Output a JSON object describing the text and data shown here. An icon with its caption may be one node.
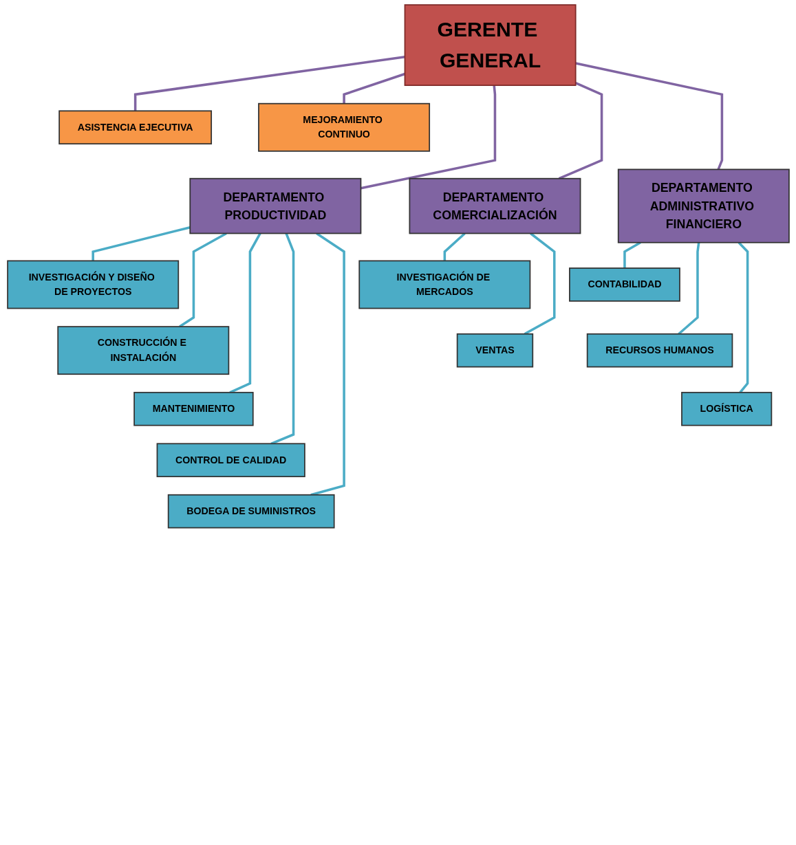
{
  "diagram": {
    "nodes": [
      {
        "text": [
          "GERENTE GENERAL"
        ]
      },
      {
        "text": [
          "ASISTENCIA EJECUTIVA"
        ]
      },
      {
        "text": [
          "MEJORAMIENTO CONTINUO"
        ]
      },
      {
        "text": [
          "DEPARTAMENTO PRODUCTIVIDAD"
        ]
      },
      {
        "text": [
          "DEPARTAMENTO COMERCIALIZACIÓN"
        ]
      },
      {
        "text": [
          "DEPARTAMENTO ADMINISTRATIVO FINANCIERO"
        ]
      },
      {
        "text": [
          "INVESTIGACIÓN Y DISEÑO DE PROYECTOS"
        ]
      },
      {
        "text": [
          "CONSTRUCCIÓN E INSTALACIÓN"
        ]
      },
      {
        "text": [
          "MANTENIMIENTO"
        ]
      },
      {
        "text": [
          "CONTROL DE CALIDAD"
        ]
      },
      {
        "text": [
          "BODEGA DE SUMINISTROS"
        ]
      },
      {
        "text": [
          "INVESTIGACIÓN DE MERCADOS"
        ]
      },
      {
        "text": [
          "VENTAS"
        ]
      },
      {
        "text": [
          "CONTABILIDAD"
        ]
      },
      {
        "text": [
          "RECURSOS HUMANOS"
        ]
      },
      {
        "text": [
          "LOGÍSTICA"
        ]
      }
    ],
    "edges": [
      {
        "from": 0,
        "to": 1,
        "arrow": "none",
        "color": "#8064a2"
      },
      {
        "from": 0,
        "to": 2,
        "arrow": "none",
        "color": "#8064a2"
      },
      {
        "from": 0,
        "to": 3,
        "arrow": "none",
        "color": "#8064a2"
      },
      {
        "from": 0,
        "to": 4,
        "arrow": "none",
        "color": "#8064a2"
      },
      {
        "from": 0,
        "to": 5,
        "arrow": "none",
        "color": "#8064a2"
      },
      {
        "from": 3,
        "to": 6,
        "arrow": "none"
      },
      {
        "from": 3,
        "to": 7,
        "arrow": "none"
      },
      {
        "from": 3,
        "to": 8,
        "arrow": "none"
      },
      {
        "from": 3,
        "to": 9,
        "arrow": "none"
      },
      {
        "from": 3,
        "to": 10,
        "arrow": "none"
      },
      {
        "from": 4,
        "to": 11,
        "arrow": "none"
      },
      {
        "from": 4,
        "to": 12,
        "arrow": "none"
      },
      {
        "from": 5,
        "to": 13,
        "arrow": "none"
      },
      {
        "from": 5,
        "to": 14,
        "arrow": "none"
      },
      {
        "from": 5,
        "to": 15,
        "arrow": "none"
      }
    ]
  }
}
